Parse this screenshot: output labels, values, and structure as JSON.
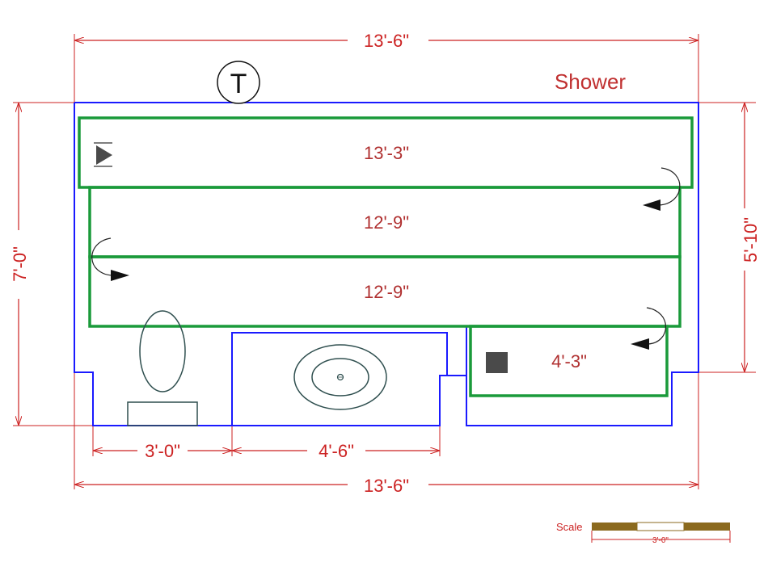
{
  "dimensions": {
    "top_width": "13'-6\"",
    "bottom_width": "13'-6\"",
    "left_height": "7'-0\"",
    "right_height": "5'-10\"",
    "toilet_width": "3'-0\"",
    "vanity_width": "4'-6\""
  },
  "heating_runs": [
    "13'-3\"",
    "12'-9\"",
    "12'-9\"",
    "4'-3\""
  ],
  "labels": {
    "shower": "Shower",
    "thermostat": "T"
  },
  "scale": {
    "label": "Scale",
    "length": "3'-0\""
  },
  "colors": {
    "dimension": "#cc2222",
    "wall": "#1a1aff",
    "heating_mat": "#1a9a3a",
    "scale_bar": "#8b6a1f"
  }
}
